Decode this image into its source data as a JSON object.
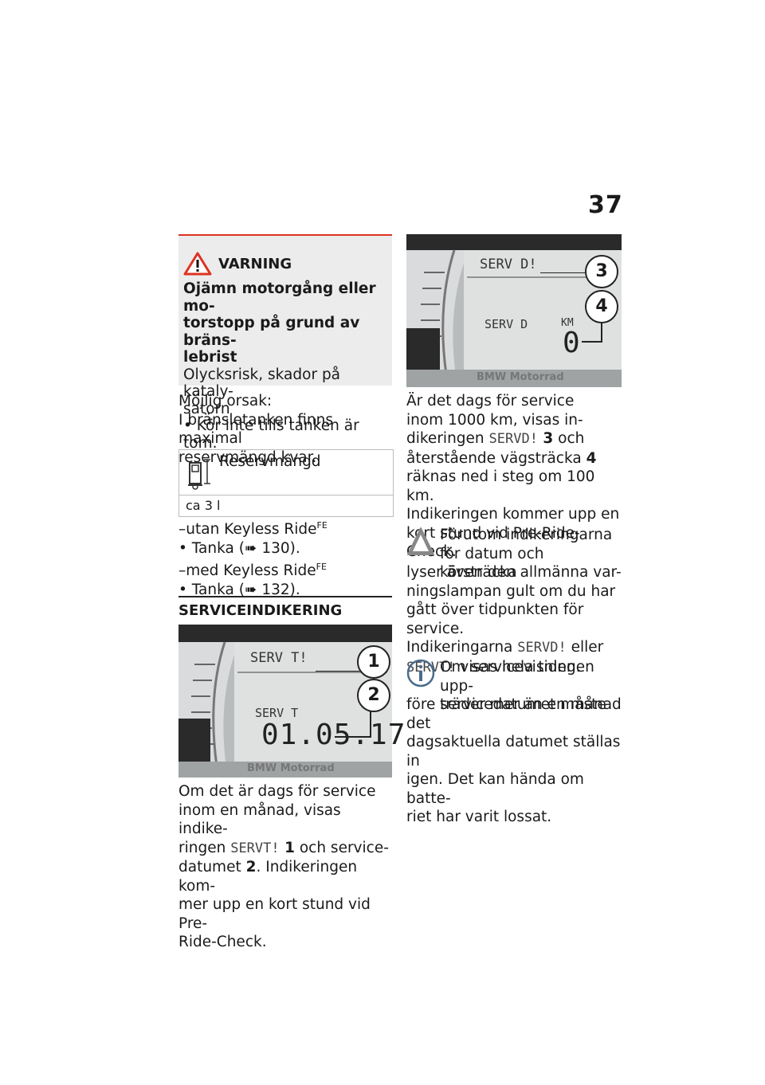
{
  "page_number": "37",
  "warning": {
    "title": "VARNING",
    "heading": "Ojämn motorgång eller motorstopp på grund av bränslebrist",
    "heading_lines": [
      "Ojämn motorgång eller mo-",
      "torstopp på grund av bräns-",
      "lebrist"
    ],
    "body_lines": [
      "Olycksrisk, skador på kataly-",
      "satorn"
    ],
    "bullet": "• Kör inte tills tanken är tom."
  },
  "cause": {
    "label": "Möjlig orsak:",
    "lines": [
      "I bränsletanken finns maximal",
      "reservmängd kvar."
    ]
  },
  "reserve_table": {
    "label": "Reservmängd",
    "value": "ca 3 l"
  },
  "keyless": {
    "without": "–utan Keyless Ride",
    "without_sup": "FE",
    "tank1": "• Tanka (",
    "tank1_page": " 130).",
    "with": "–med Keyless Ride",
    "with_sup": "FE",
    "tank2": "• Tanka (",
    "tank2_page": " 132)."
  },
  "section_title": "SERVICEINDIKERING",
  "display1": {
    "label_top": "SERV T!",
    "label_mid": "SERV T",
    "date": "01.05.17",
    "brand": "BMW Motorrad",
    "callouts": [
      "1",
      "2"
    ]
  },
  "para1": {
    "l1": "Om det är dags för service",
    "l2": "inom en månad, visas indike-",
    "l3a": "ringen ",
    "l3code": "SERVT!",
    "l3num": " 1",
    "l3b": " och service-",
    "l4a": "datumet ",
    "l4num": "2",
    "l4b": ". Indikeringen kom-",
    "l5": "mer upp en kort stund vid Pre-",
    "l6": "Ride-Check."
  },
  "display2": {
    "label_top": "SERV D!",
    "label_mid": "SERV D",
    "unit": "KM",
    "value": "0",
    "brand": "BMW Motorrad",
    "callouts": [
      "3",
      "4"
    ]
  },
  "para2": {
    "l1": "Är det dags för service",
    "l2": "inom 1000 km, visas in-",
    "l3a": "dikeringen ",
    "l3code": "SERVD!",
    "l3num": " 3",
    "l3b": " och",
    "l4a": "återstående vägsträcka ",
    "l4num": "4",
    "l5": "räknas ned i steg om 100 km.",
    "l6": "Indikeringen kommer upp en",
    "l7": "kort stund vid Pre-Ride-Check."
  },
  "note_warning": {
    "l1": "Förutom indikeringarna",
    "l2": "för datum och körsträcka",
    "l3": "lyser även den allmänna var-",
    "l4": "ningslampan gult om du har",
    "l5": "gått över tidpunkten för service.",
    "l6a": "Indikeringarna ",
    "l6code": "SERVD!",
    "l6b": " eller",
    "l7code": "SERVT!",
    "l7b": " visas hela tiden."
  },
  "note_info": {
    "l1": "Om servicevisningen upp-",
    "l2": "träder mer än en månad",
    "l3": "före servicedatumet måste det",
    "l4": "dagsaktuella datumet ställas in",
    "l5": "igen. Det kan hända om batte-",
    "l6": "riet har varit lossat."
  }
}
